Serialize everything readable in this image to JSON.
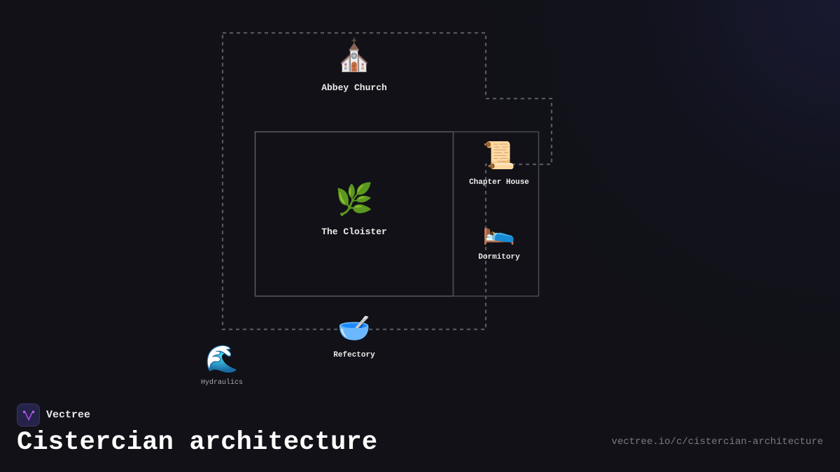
{
  "diagram": {
    "nodes": [
      {
        "id": "abbey-church",
        "label": "Abbey Church",
        "icon": "church-icon",
        "glyph": "⛪"
      },
      {
        "id": "the-cloister",
        "label": "The Cloister",
        "icon": "herb-icon",
        "glyph": "🌿"
      },
      {
        "id": "chapter-house",
        "label": "Chapter House",
        "icon": "scroll-icon",
        "glyph": "📜"
      },
      {
        "id": "dormitory",
        "label": "Dormitory",
        "icon": "bed-icon",
        "glyph": "🛌"
      },
      {
        "id": "refectory",
        "label": "Refectory",
        "icon": "bowl-icon",
        "glyph": "🥣"
      },
      {
        "id": "hydraulics",
        "label": "Hydraulics",
        "icon": "wave-icon",
        "glyph": "🌊"
      }
    ],
    "colors": {
      "background": "#111117",
      "solid_border": "#5a5a60",
      "dashed_border": "#56565c"
    }
  },
  "footer": {
    "brand_name": "Vectree",
    "brand_color": "#a347e0",
    "title": "Cistercian architecture",
    "url": "vectree.io/c/cistercian-architecture"
  }
}
